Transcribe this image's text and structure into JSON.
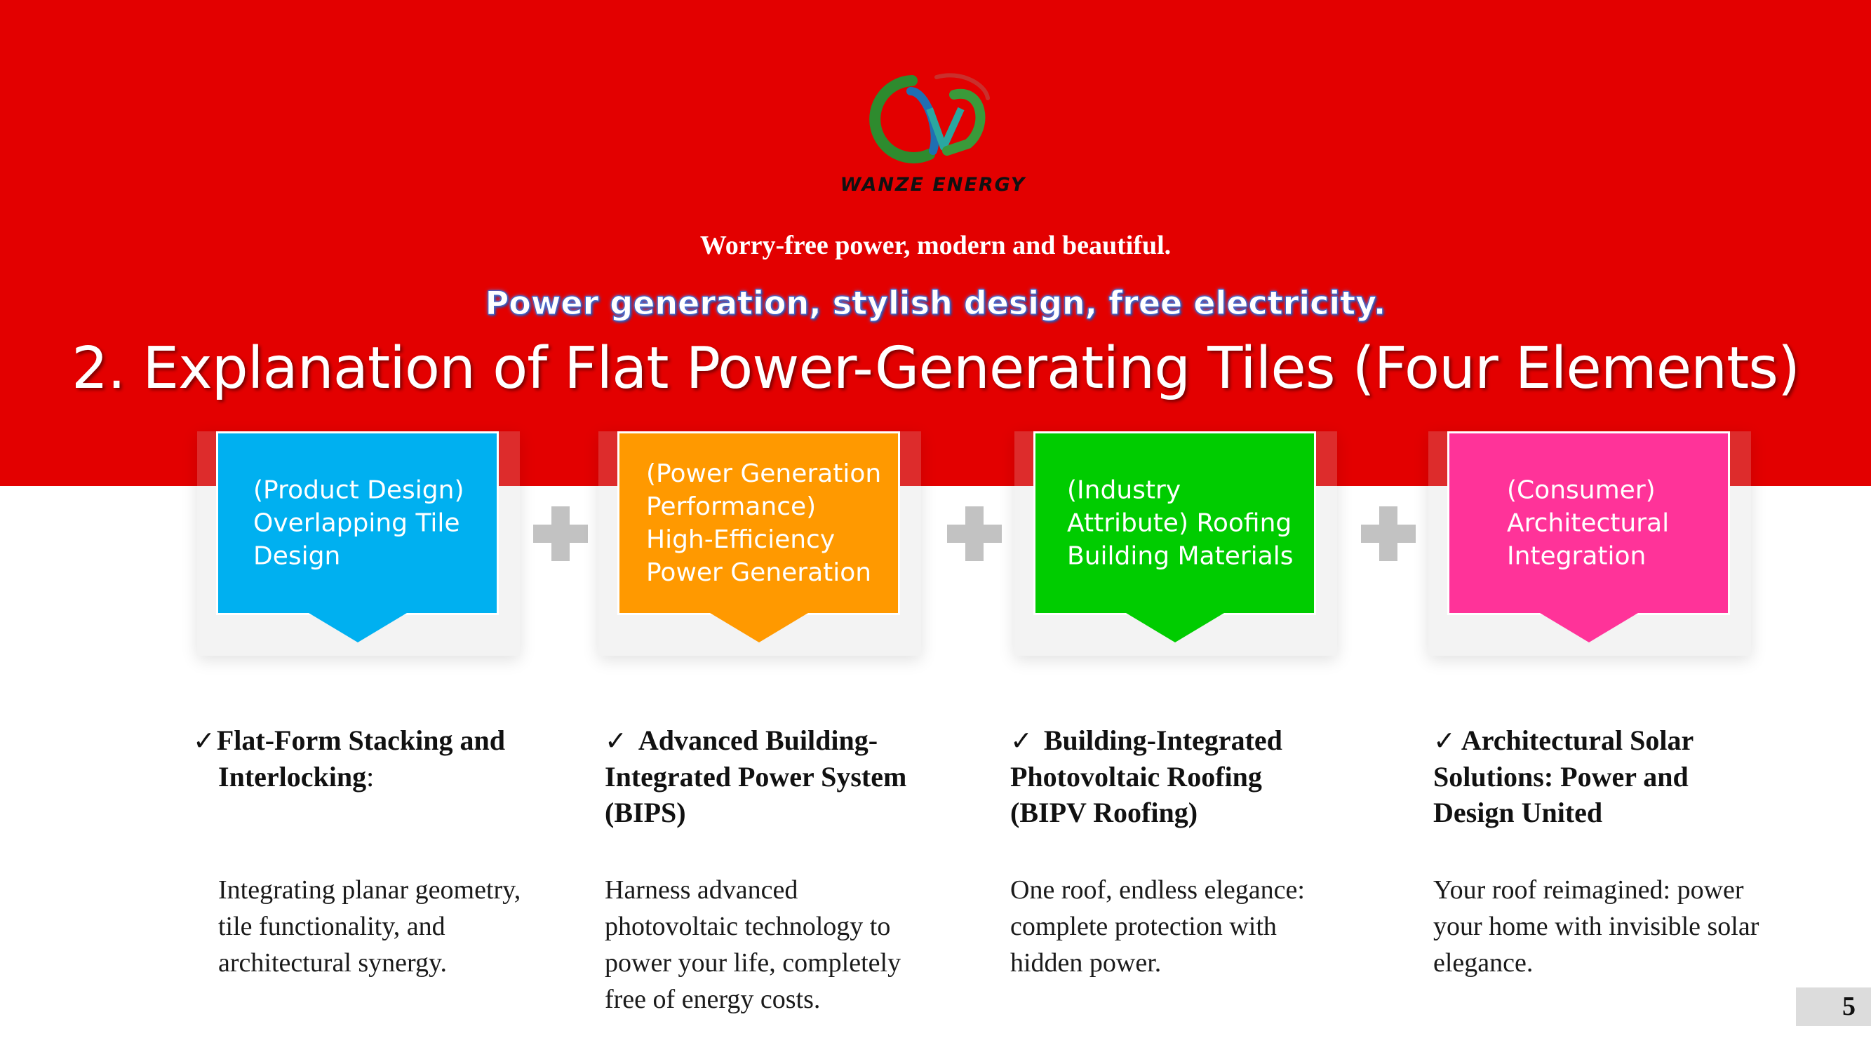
{
  "brand": {
    "name": "WANZE ENERGY"
  },
  "slogan": "Worry-free power, modern and beautiful.",
  "subslogan": "Power generation, stylish design, free electricity.",
  "title": "2. Explanation of Flat Power-Generating Tiles (Four Elements)",
  "colors": {
    "background_band": "#e30000",
    "blue": "#00b0f0",
    "orange": "#ff9900",
    "green": "#00cc00",
    "pink": "#ff3399",
    "plus": "#c2c2c2"
  },
  "elements": [
    {
      "label": "(Product Design) Overlapping Tile Design",
      "color": "#00b0f0",
      "check": "✓",
      "heading": "Flat-Form Stacking and Interlocking",
      "heading_suffix": ":",
      "body": "Integrating planar geometry, tile functionality, and architectural synergy."
    },
    {
      "label": "(Power Generation Performance) High-Efficiency Power Generation",
      "color": "#ff9900",
      "check": "✓",
      "heading": "Advanced Building-Integrated Power System (BIPS)",
      "heading_suffix": "",
      "body": "Harness advanced photovoltaic technology to power your life, completely free of energy costs."
    },
    {
      "label": "(Industry Attribute) Roofing Building Materials",
      "color": "#00cc00",
      "check": "✓",
      "heading": "Building-Integrated Photovoltaic Roofing (BIPV Roofing)",
      "heading_suffix": "",
      "body": "One roof, endless elegance: complete protection with hidden power."
    },
    {
      "label": "(Consumer) Architectural Integration",
      "color": "#ff3399",
      "check": "✓",
      "heading": "Architectural Solar Solutions: Power and Design United",
      "heading_suffix": "",
      "body": "Your roof reimagined: power your home with invisible solar elegance."
    }
  ],
  "page_number": "5"
}
